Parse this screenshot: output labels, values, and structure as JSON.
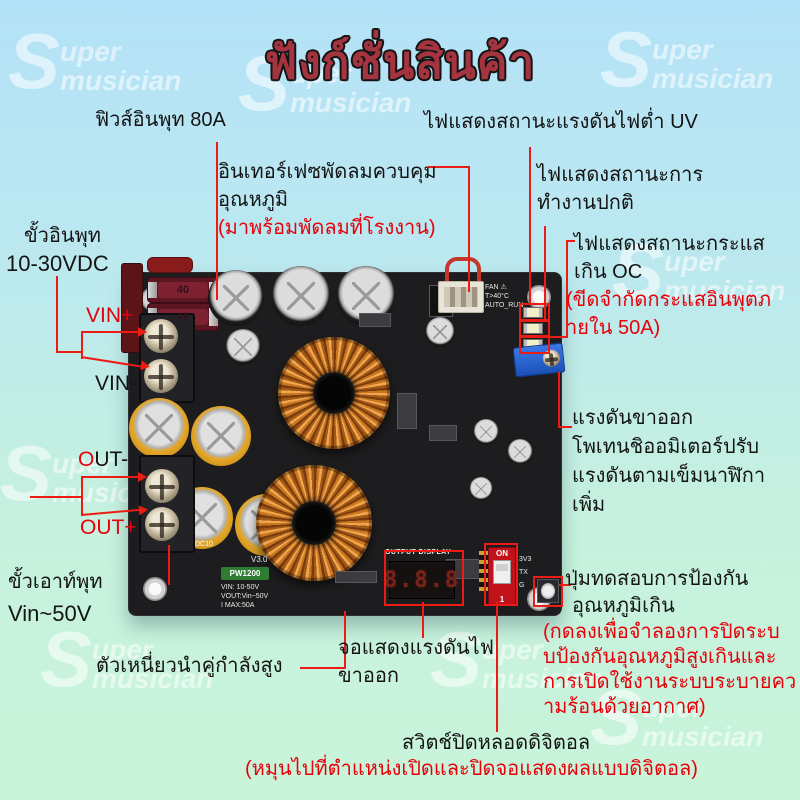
{
  "title": "ฟังก์ชั่นสินค้า",
  "watermark": {
    "initial": "S",
    "top": "uper",
    "bottom": "musician"
  },
  "colors": {
    "background_top": "#b4e2f8",
    "background_bottom": "#c9f4da",
    "title": "#a4343f",
    "annotation_red": "#ec1c14",
    "note_red": "#e8000a",
    "label_black": "#141414",
    "board": "#1d1d1f"
  },
  "callouts": {
    "fuse": {
      "text": "ฟิวส์อินพุท 80A"
    },
    "uv_led": {
      "text": "ไฟแสดงสถานะแรงดันไฟต่ำ UV"
    },
    "fan": {
      "lines": [
        "อินเทอร์เฟซพัดลมควบคุม",
        "อุณหภูมิ"
      ],
      "note": "(มาพร้อมพัดลมที่โรงงาน)"
    },
    "run_led": {
      "lines": [
        "ไฟแสดงสถานะการ",
        "ทำงานปกติ"
      ]
    },
    "oc_led": {
      "lines": [
        "ไฟแสดงสถานะกระแส",
        "เกิน OC"
      ],
      "note_lines": [
        "(ขีดจำกัดกระแสอินพุตภ",
        "ายใน 50A)"
      ]
    },
    "input_terminal": {
      "lines": [
        "ขั้วอินพุท",
        "10-30VDC"
      ]
    },
    "vin_plus": "VIN+",
    "vin_minus": "VIN-",
    "potentiometer": {
      "lines": [
        "แรงดันขาออก",
        "โพเทนชิออมิเตอร์ปรับ",
        "แรงดันตามเข็มนาฬิกา",
        "เพิ่ม"
      ]
    },
    "out_minus_initial": "O",
    "out_minus_rest": "UT-",
    "out_plus": "OUT+",
    "output_terminal": {
      "lines": [
        "ขั้วเอาท์พุท",
        "Vin~50V"
      ]
    },
    "inductor": {
      "text": "ตัวเหนี่ยวนำคู่กำลังสูง"
    },
    "display": {
      "lines": [
        "จอแสดงแรงดันไฟ",
        "ขาออก"
      ]
    },
    "test_button": {
      "lines": [
        "ปุ่มทดสอบการป้องกัน",
        "อุณหภูมิเกิน"
      ],
      "note_lines": [
        "(กดลงเพื่อจำลองการปิดระบ",
        "บป้องกันอุณหภูมิสูงเกินและ",
        "การเปิดใช้งานระบบระบายคว",
        "ามร้อนด้วยอากาศ)"
      ]
    },
    "digital_switch": {
      "text": "สวิตช์ปิดหลอดดิจิตอล",
      "note": "(หมุนไปที่ตำแหน่งเปิดและปิดจอแสดงผลแบบดิจิตอล)"
    }
  },
  "board": {
    "fan_marking_lines": [
      "FAN ⚠",
      "T>40°C",
      "AUTO_RUN"
    ],
    "display_title": "OUTPUT DISPLAY",
    "display_digits": "8.8.8",
    "dip_on": "ON",
    "dip_pos": "1",
    "pin_labels": [
      "3V3",
      "TX",
      "G"
    ],
    "version": "V3.0",
    "model": "PW1200",
    "spec_lines": [
      "VIN: 10-50V",
      "VOUT:Vin~50V",
      "I MAX:50A"
    ],
    "fuse_marking": "40",
    "cap_marking": "DC10"
  }
}
